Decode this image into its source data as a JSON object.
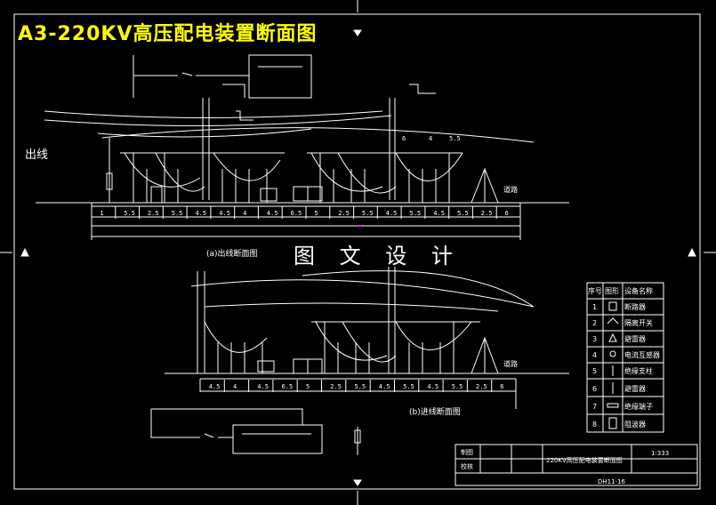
{
  "title": "A3-220KV高压配电装置断面图",
  "watermark": "图 文 设 计",
  "outgoing_label": "出线",
  "section_a_caption": "(a)出线断面图",
  "section_b_caption": "(b)进线断面图",
  "road_label_a": "道路",
  "road_label_b": "道路",
  "top_dims": [
    "1",
    "5.5",
    "2.5",
    "5.5",
    "4.5",
    "4.5",
    "4",
    "4.5",
    "6.5",
    "5",
    "2.5",
    "5.5",
    "4.5",
    "5.5",
    "4.5",
    "5.5",
    "2.5",
    "6"
  ],
  "bottom_dims": [
    "4.5",
    "4",
    "4.5",
    "6.5",
    "5",
    "2.5",
    "5.5",
    "4.5",
    "5.5",
    "4.5",
    "5.5",
    "2.5",
    "6"
  ],
  "upper_small_dims": [
    "6",
    "4",
    "5.5"
  ],
  "legend": {
    "headers": [
      "序号",
      "图形",
      "设备名称"
    ],
    "rows": [
      {
        "no": "1",
        "name": "断路器"
      },
      {
        "no": "2",
        "name": "隔离开关"
      },
      {
        "no": "3",
        "name": "避雷器"
      },
      {
        "no": "4",
        "name": "电流互感器"
      },
      {
        "no": "5",
        "name": "绝缘支柱"
      },
      {
        "no": "6",
        "name": "避雷器"
      },
      {
        "no": "7",
        "name": "绝缘端子"
      },
      {
        "no": "8",
        "name": "阻波器"
      }
    ]
  },
  "title_block": {
    "label1": "制图",
    "label2": "校核",
    "drawing_title": "220KV高压配电装置断面图",
    "scale": "1:333",
    "drawing_no": "DH11-16"
  },
  "colors": {
    "background": "#000000",
    "line": "#ffffff",
    "title": "#ffff00",
    "marker": "#ff00ff"
  }
}
